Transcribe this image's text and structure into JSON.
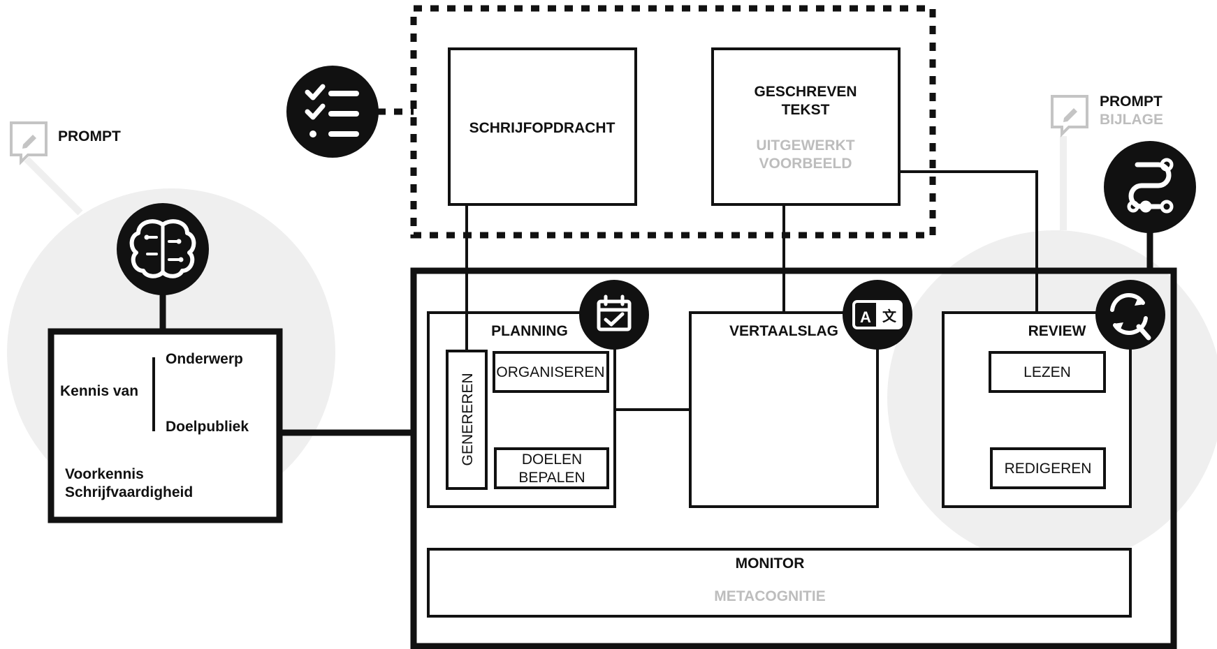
{
  "prompt_left": {
    "label": "PROMPT"
  },
  "prompt_right": {
    "label": "PROMPT",
    "sublabel": "BIJLAGE"
  },
  "task_env": {
    "assignment": "SCHRIJFOPDRACHT",
    "written_text_line1": "GESCHREVEN",
    "written_text_line2": "TEKST",
    "worked_example_line1": "UITGEWERKT",
    "worked_example_line2": "VOORBEELD"
  },
  "memory": {
    "knowledge_of": "Kennis van",
    "topic": "Onderwerp",
    "audience": "Doelpubliek",
    "prior_line1": "Voorkennis",
    "prior_line2": "Schrijfvaardigheid"
  },
  "planning": {
    "title": "PLANNING",
    "generate": "GENEREREN",
    "organize": "ORGANISEREN",
    "goals_line1": "DOELEN",
    "goals_line2": "BEPALEN"
  },
  "translating": {
    "title": "VERTAALSLAG"
  },
  "review": {
    "title": "REVIEW",
    "read": "LEZEN",
    "edit": "REDIGEREN"
  },
  "monitor": {
    "title": "MONITOR",
    "sub": "METACOGNITIE"
  },
  "icons": [
    "checklist-icon",
    "brain-icon",
    "calendar-check-icon",
    "translate-icon",
    "search-refresh-icon",
    "route-icon",
    "edit-icon"
  ],
  "colors": {
    "ink": "#111111",
    "muted": "#bdbdbd",
    "halo": "#efefef",
    "bg": "#ffffff"
  }
}
